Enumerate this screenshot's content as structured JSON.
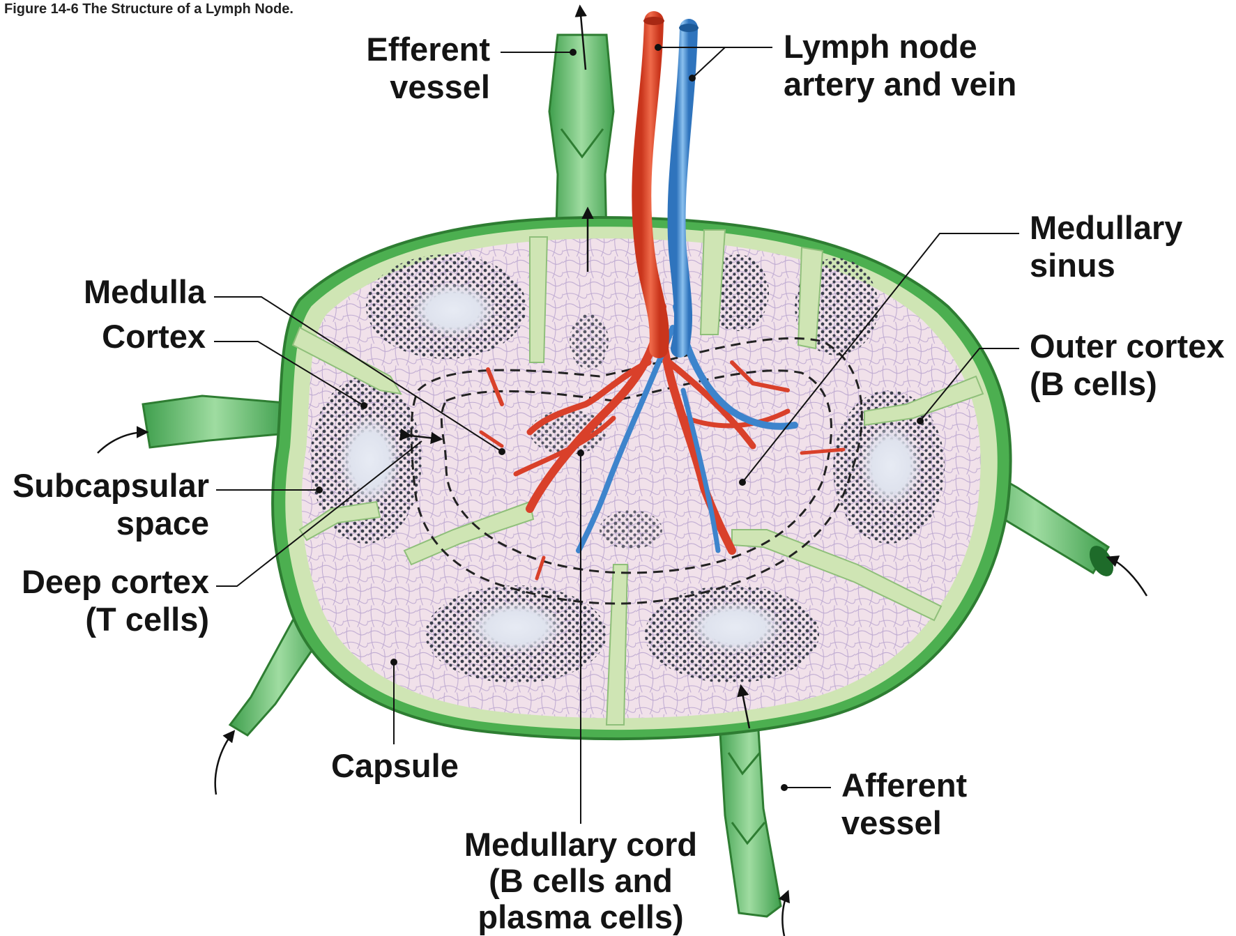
{
  "figure": {
    "caption": "Figure 14-6  The Structure of a Lymph Node."
  },
  "labels": {
    "efferent_vessel": [
      "Efferent",
      "vessel"
    ],
    "lymph_node_artery_vein": [
      "Lymph node",
      "artery and vein"
    ],
    "medullary_sinus": [
      "Medullary",
      "sinus"
    ],
    "medulla": [
      "Medulla"
    ],
    "cortex": [
      "Cortex"
    ],
    "outer_cortex": [
      "Outer cortex",
      "(B cells)"
    ],
    "subcapsular_space": [
      "Subcapsular",
      "space"
    ],
    "deep_cortex": [
      "Deep cortex",
      "(T cells)"
    ],
    "capsule": [
      "Capsule"
    ],
    "afferent_vessel": [
      "Afferent",
      "vessel"
    ],
    "medullary_cord": [
      "Medullary cord",
      "(B cells and",
      "plasma cells)"
    ]
  },
  "colors": {
    "capsule_green": "#4caf50",
    "capsule_dark": "#2e7d32",
    "trabecula": "#cfe5b4",
    "tissue": "#f1e1ea",
    "follicle": "#d7dbe8",
    "dots": "#3a3f4c",
    "artery": "#e0472a",
    "vein": "#4a8fd6",
    "vessel_green": "#6cc374",
    "leader": "#111111"
  }
}
